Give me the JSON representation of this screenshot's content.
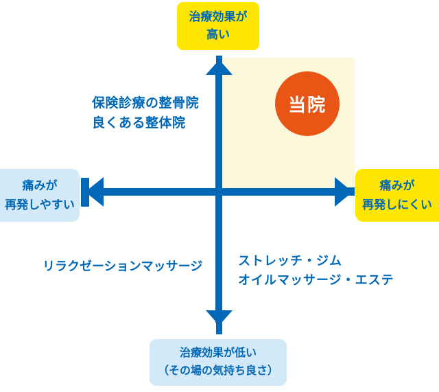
{
  "colors": {
    "blue": "#0068b7",
    "lightblue": "#d4e9f7",
    "yellow": "#ffe600",
    "cream": "#fcf8dc",
    "orange": "#e95514",
    "white": "#ffffff"
  },
  "diagram": {
    "axis_labels": {
      "top": "治療効果が\n高い",
      "bottom": "治療効果が低い\n（その場の気持ち良さ）",
      "left": "痛みが\n再発しやすい",
      "right": "痛みが\n再発しにくい"
    },
    "quadrants": {
      "top_left": "保険診療の整骨院\n良くある整体院",
      "bottom_left": "リラクゼーションマッサージ",
      "bottom_right": "ストレッチ・ジム\nオイルマッサージ・エステ"
    },
    "highlight_marker": {
      "label": "当院"
    }
  }
}
